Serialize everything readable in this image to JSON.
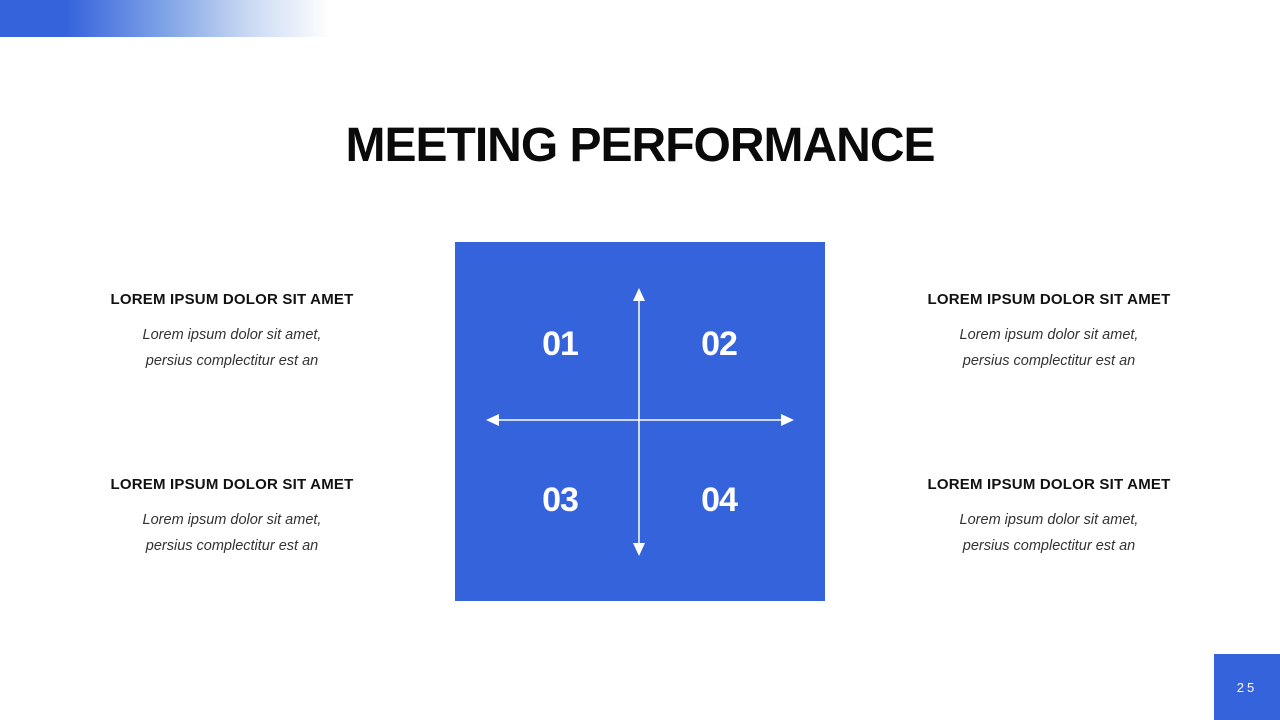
{
  "slide": {
    "title": "MEETING PERFORMANCE",
    "page_number": "25",
    "accent_color": "#3563dc"
  },
  "matrix": {
    "quadrants": [
      {
        "label": "01"
      },
      {
        "label": "02"
      },
      {
        "label": "03"
      },
      {
        "label": "04"
      }
    ]
  },
  "blocks": [
    {
      "heading": "LOREM IPSUM DOLOR SIT AMET",
      "line1": "Lorem ipsum dolor sit amet,",
      "line2": "persius complectitur est an"
    },
    {
      "heading": "LOREM IPSUM DOLOR SIT AMET",
      "line1": "Lorem ipsum dolor sit amet,",
      "line2": "persius complectitur est an"
    },
    {
      "heading": "LOREM IPSUM DOLOR SIT AMET",
      "line1": "Lorem ipsum dolor sit amet,",
      "line2": "persius complectitur est an"
    },
    {
      "heading": "LOREM IPSUM DOLOR SIT AMET",
      "line1": "Lorem ipsum dolor sit amet,",
      "line2": "persius complectitur est an"
    }
  ]
}
